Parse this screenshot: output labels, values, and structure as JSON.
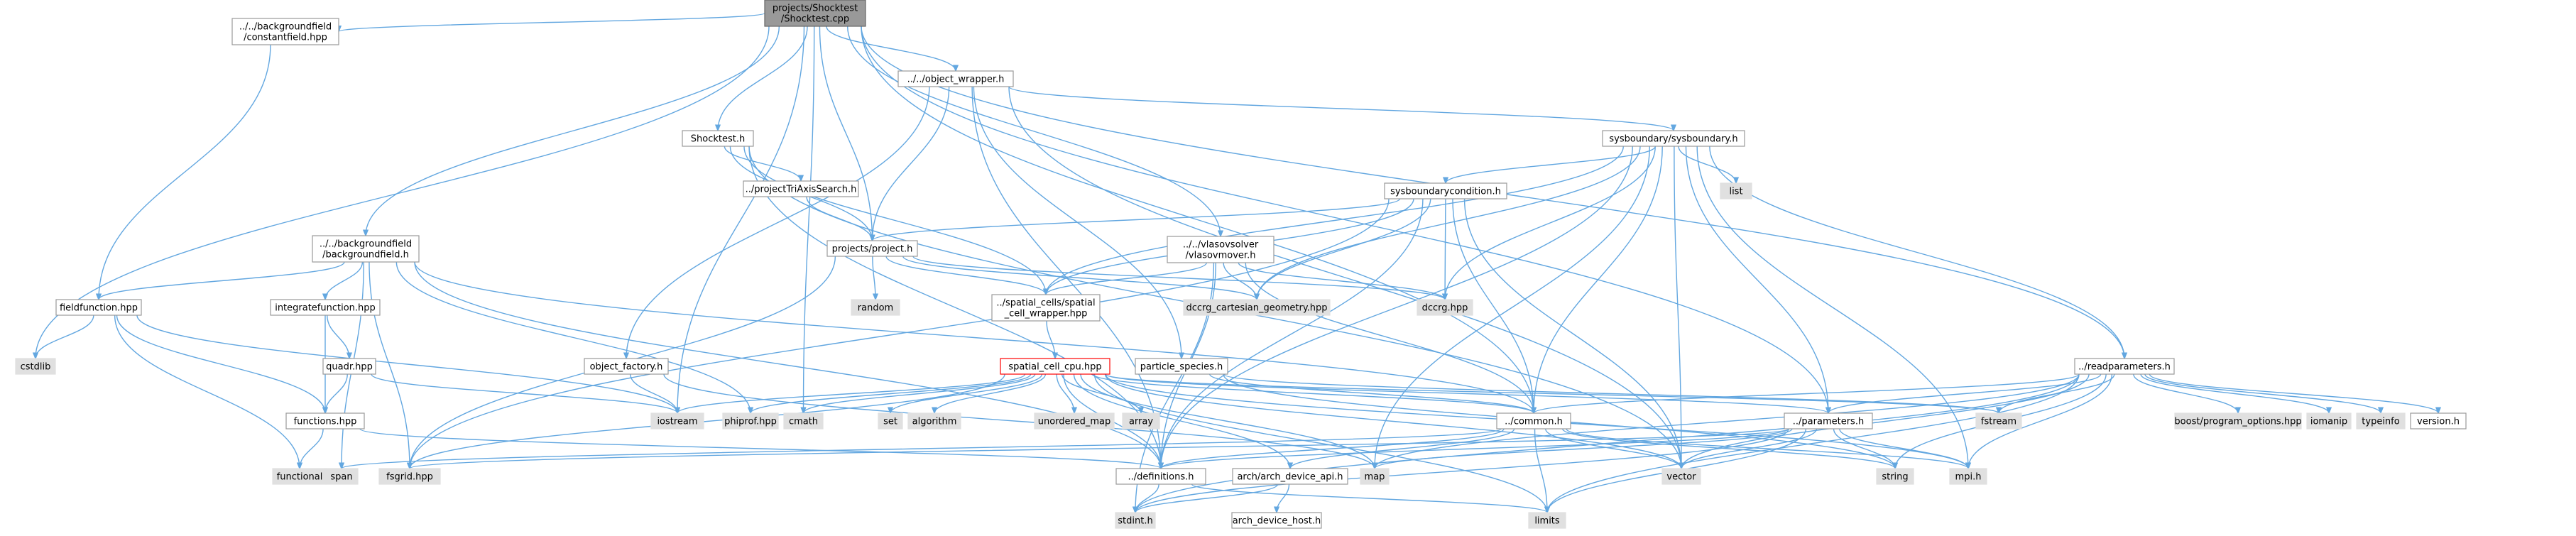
{
  "colors": {
    "edge": "#63a7e0",
    "node_stroke_normal": "#9a9a9a",
    "node_fill_normal": "#ffffff",
    "node_fill_system": "#e0e0e0",
    "node_fill_root": "#999999",
    "node_stroke_root": "#666666",
    "node_stroke_truncated": "#ff0000",
    "text": "#000000"
  },
  "nodes": [
    {
      "id": "root",
      "lines": [
        "projects/Shocktest",
        "/Shocktest.cpp"
      ],
      "kind": "root"
    },
    {
      "id": "constantfield",
      "lines": [
        "../../backgroundfield",
        "/constantfield.hpp"
      ],
      "kind": "normal"
    },
    {
      "id": "objectwrapper",
      "lines": [
        "../../object_wrapper.h"
      ],
      "kind": "normal"
    },
    {
      "id": "sysboundary",
      "lines": [
        "sysboundary/sysboundary.h"
      ],
      "kind": "normal"
    },
    {
      "id": "shocktesth",
      "lines": [
        "Shocktest.h"
      ],
      "kind": "normal"
    },
    {
      "id": "trisearch",
      "lines": [
        "../projectTriAxisSearch.h"
      ],
      "kind": "normal"
    },
    {
      "id": "sysboundarycondition",
      "lines": [
        "sysboundarycondition.h"
      ],
      "kind": "normal"
    },
    {
      "id": "list",
      "lines": [
        "list"
      ],
      "kind": "system"
    },
    {
      "id": "backgroundfield",
      "lines": [
        "../../backgroundfield",
        "/backgroundfield.h"
      ],
      "kind": "normal"
    },
    {
      "id": "projecth",
      "lines": [
        "projects/project.h"
      ],
      "kind": "normal"
    },
    {
      "id": "vlasovmover",
      "lines": [
        "../../vlasovsolver",
        "/vlasovmover.h"
      ],
      "kind": "normal"
    },
    {
      "id": "fieldfunction",
      "lines": [
        "fieldfunction.hpp"
      ],
      "kind": "normal"
    },
    {
      "id": "integratefunction",
      "lines": [
        "integratefunction.hpp"
      ],
      "kind": "normal"
    },
    {
      "id": "random",
      "lines": [
        "random"
      ],
      "kind": "system"
    },
    {
      "id": "spatialwrapper",
      "lines": [
        "../spatial_cells/spatial",
        "_cell_wrapper.hpp"
      ],
      "kind": "normal"
    },
    {
      "id": "dccrgcart",
      "lines": [
        "dccrg_cartesian_geometry.hpp"
      ],
      "kind": "system"
    },
    {
      "id": "dccrg",
      "lines": [
        "dccrg.hpp"
      ],
      "kind": "system"
    },
    {
      "id": "quadr",
      "lines": [
        "quadr.hpp"
      ],
      "kind": "normal"
    },
    {
      "id": "objectfactory",
      "lines": [
        "object_factory.h"
      ],
      "kind": "normal"
    },
    {
      "id": "particlespecies",
      "lines": [
        "particle_species.h"
      ],
      "kind": "normal"
    },
    {
      "id": "spatialcellcpu",
      "lines": [
        "spatial_cell_cpu.hpp"
      ],
      "kind": "truncated"
    },
    {
      "id": "readparameters",
      "lines": [
        "../readparameters.h"
      ],
      "kind": "normal"
    },
    {
      "id": "cstdlib",
      "lines": [
        "cstdlib"
      ],
      "kind": "system"
    },
    {
      "id": "iostream",
      "lines": [
        "iostream"
      ],
      "kind": "system"
    },
    {
      "id": "phiprof",
      "lines": [
        "phiprof.hpp"
      ],
      "kind": "system"
    },
    {
      "id": "cmath",
      "lines": [
        "cmath"
      ],
      "kind": "system"
    },
    {
      "id": "set",
      "lines": [
        "set"
      ],
      "kind": "system"
    },
    {
      "id": "algorithm",
      "lines": [
        "algorithm"
      ],
      "kind": "system"
    },
    {
      "id": "unorderedmap",
      "lines": [
        "unordered_map"
      ],
      "kind": "system"
    },
    {
      "id": "array",
      "lines": [
        "array"
      ],
      "kind": "system"
    },
    {
      "id": "common",
      "lines": [
        "../common.h"
      ],
      "kind": "normal"
    },
    {
      "id": "parameters",
      "lines": [
        "../parameters.h"
      ],
      "kind": "normal"
    },
    {
      "id": "fstream",
      "lines": [
        "fstream"
      ],
      "kind": "system"
    },
    {
      "id": "boostpo",
      "lines": [
        "boost/program_options.hpp"
      ],
      "kind": "system"
    },
    {
      "id": "iomanip",
      "lines": [
        "iomanip"
      ],
      "kind": "system"
    },
    {
      "id": "typeinfo",
      "lines": [
        "typeinfo"
      ],
      "kind": "system"
    },
    {
      "id": "version",
      "lines": [
        "version.h"
      ],
      "kind": "normal"
    },
    {
      "id": "functions",
      "lines": [
        "functions.hpp"
      ],
      "kind": "normal"
    },
    {
      "id": "functional",
      "lines": [
        "functional"
      ],
      "kind": "system"
    },
    {
      "id": "span",
      "lines": [
        "span"
      ],
      "kind": "system"
    },
    {
      "id": "fsgrid",
      "lines": [
        "fsgrid.hpp"
      ],
      "kind": "system"
    },
    {
      "id": "definitions",
      "lines": [
        "../definitions.h"
      ],
      "kind": "normal"
    },
    {
      "id": "archapi",
      "lines": [
        "arch/arch_device_api.h"
      ],
      "kind": "normal"
    },
    {
      "id": "map",
      "lines": [
        "map"
      ],
      "kind": "system"
    },
    {
      "id": "vector",
      "lines": [
        "vector"
      ],
      "kind": "system"
    },
    {
      "id": "string",
      "lines": [
        "string"
      ],
      "kind": "system"
    },
    {
      "id": "mpih",
      "lines": [
        "mpi.h"
      ],
      "kind": "system"
    },
    {
      "id": "stdint",
      "lines": [
        "stdint.h"
      ],
      "kind": "system"
    },
    {
      "id": "limits",
      "lines": [
        "limits"
      ],
      "kind": "system"
    },
    {
      "id": "archhost",
      "lines": [
        "arch_device_host.h"
      ],
      "kind": "normal"
    }
  ],
  "edges": [
    [
      "root",
      "constantfield"
    ],
    [
      "root",
      "objectwrapper"
    ],
    [
      "root",
      "shocktesth"
    ],
    [
      "root",
      "backgroundfield"
    ],
    [
      "root",
      "projecth"
    ],
    [
      "root",
      "vlasovmover"
    ],
    [
      "root",
      "readparameters"
    ],
    [
      "root",
      "cstdlib"
    ],
    [
      "root",
      "iostream"
    ],
    [
      "root",
      "cmath"
    ],
    [
      "root",
      "common"
    ],
    [
      "root",
      "parameters"
    ],
    [
      "constantfield",
      "fieldfunction"
    ],
    [
      "objectwrapper",
      "objectfactory"
    ],
    [
      "objectwrapper",
      "projecth"
    ],
    [
      "objectwrapper",
      "sysboundary"
    ],
    [
      "objectwrapper",
      "particlespecies"
    ],
    [
      "objectwrapper",
      "definitions"
    ],
    [
      "objectwrapper",
      "vector"
    ],
    [
      "sysboundary",
      "sysboundarycondition"
    ],
    [
      "sysboundary",
      "list"
    ],
    [
      "sysboundary",
      "spatialwrapper"
    ],
    [
      "sysboundary",
      "dccrgcart"
    ],
    [
      "sysboundary",
      "dccrg"
    ],
    [
      "sysboundary",
      "readparameters"
    ],
    [
      "sysboundary",
      "parameters"
    ],
    [
      "sysboundary",
      "common"
    ],
    [
      "sysboundary",
      "vector"
    ],
    [
      "sysboundary",
      "map"
    ],
    [
      "sysboundary",
      "mpih"
    ],
    [
      "sysboundary",
      "definitions"
    ],
    [
      "shocktesth",
      "trisearch"
    ],
    [
      "shocktesth",
      "projecth"
    ],
    [
      "shocktesth",
      "spatialwrapper"
    ],
    [
      "shocktesth",
      "definitions"
    ],
    [
      "shocktesth",
      "vector"
    ],
    [
      "trisearch",
      "projecth"
    ],
    [
      "sysboundarycondition",
      "projecth"
    ],
    [
      "sysboundarycondition",
      "spatialwrapper"
    ],
    [
      "sysboundarycondition",
      "dccrgcart"
    ],
    [
      "sysboundarycondition",
      "dccrg"
    ],
    [
      "sysboundarycondition",
      "common"
    ],
    [
      "sysboundarycondition",
      "definitions"
    ],
    [
      "sysboundarycondition",
      "vector"
    ],
    [
      "sysboundarycondition",
      "fsgrid"
    ],
    [
      "backgroundfield",
      "fieldfunction"
    ],
    [
      "backgroundfield",
      "integratefunction"
    ],
    [
      "backgroundfield",
      "fsgrid"
    ],
    [
      "backgroundfield",
      "phiprof"
    ],
    [
      "backgroundfield",
      "span"
    ],
    [
      "backgroundfield",
      "definitions"
    ],
    [
      "backgroundfield",
      "common"
    ],
    [
      "projecth",
      "random"
    ],
    [
      "projecth",
      "spatialwrapper"
    ],
    [
      "projecth",
      "dccrg"
    ],
    [
      "projecth",
      "dccrgcart"
    ],
    [
      "projecth",
      "fsgrid"
    ],
    [
      "vlasovmover",
      "spatialwrapper"
    ],
    [
      "vlasovmover",
      "dccrg"
    ],
    [
      "vlasovmover",
      "dccrgcart"
    ],
    [
      "vlasovmover",
      "definitions"
    ],
    [
      "vlasovmover",
      "common"
    ],
    [
      "vlasovmover",
      "stdint"
    ],
    [
      "fieldfunction",
      "cstdlib"
    ],
    [
      "fieldfunction",
      "functions"
    ],
    [
      "fieldfunction",
      "functional"
    ],
    [
      "fieldfunction",
      "iostream"
    ],
    [
      "integratefunction",
      "quadr"
    ],
    [
      "integratefunction",
      "functions"
    ],
    [
      "spatialwrapper",
      "spatialcellcpu"
    ],
    [
      "quadr",
      "functions"
    ],
    [
      "quadr",
      "iostream"
    ],
    [
      "objectfactory",
      "iostream"
    ],
    [
      "objectfactory",
      "map"
    ],
    [
      "particlespecies",
      "common"
    ],
    [
      "particlespecies",
      "fstream"
    ],
    [
      "particlespecies",
      "string"
    ],
    [
      "spatialcellcpu",
      "iostream"
    ],
    [
      "spatialcellcpu",
      "phiprof"
    ],
    [
      "spatialcellcpu",
      "cmath"
    ],
    [
      "spatialcellcpu",
      "set"
    ],
    [
      "spatialcellcpu",
      "algorithm"
    ],
    [
      "spatialcellcpu",
      "unorderedmap"
    ],
    [
      "spatialcellcpu",
      "array"
    ],
    [
      "spatialcellcpu",
      "common"
    ],
    [
      "spatialcellcpu",
      "parameters"
    ],
    [
      "spatialcellcpu",
      "definitions"
    ],
    [
      "spatialcellcpu",
      "archapi"
    ],
    [
      "spatialcellcpu",
      "map"
    ],
    [
      "spatialcellcpu",
      "vector"
    ],
    [
      "spatialcellcpu",
      "mpih"
    ],
    [
      "spatialcellcpu",
      "limits"
    ],
    [
      "spatialcellcpu",
      "fsgrid"
    ],
    [
      "spatialcellcpu",
      "fstream"
    ],
    [
      "readparameters",
      "common"
    ],
    [
      "readparameters",
      "parameters"
    ],
    [
      "readparameters",
      "fstream"
    ],
    [
      "readparameters",
      "boostpo"
    ],
    [
      "readparameters",
      "iomanip"
    ],
    [
      "readparameters",
      "typeinfo"
    ],
    [
      "readparameters",
      "version"
    ],
    [
      "readparameters",
      "string"
    ],
    [
      "readparameters",
      "vector"
    ],
    [
      "readparameters",
      "mpih"
    ],
    [
      "readparameters",
      "map"
    ],
    [
      "readparameters",
      "limits"
    ],
    [
      "readparameters",
      "stdint"
    ],
    [
      "common",
      "definitions"
    ],
    [
      "common",
      "vector"
    ],
    [
      "common",
      "limits"
    ],
    [
      "common",
      "string"
    ],
    [
      "common",
      "span"
    ],
    [
      "common",
      "archapi"
    ],
    [
      "common",
      "mpih"
    ],
    [
      "parameters",
      "definitions"
    ],
    [
      "parameters",
      "vector"
    ],
    [
      "parameters",
      "string"
    ],
    [
      "parameters",
      "mpih"
    ],
    [
      "parameters",
      "limits"
    ],
    [
      "parameters",
      "map"
    ],
    [
      "parameters",
      "stdint"
    ],
    [
      "parameters",
      "fsgrid"
    ],
    [
      "functions",
      "functional"
    ],
    [
      "functions",
      "definitions"
    ],
    [
      "definitions",
      "stdint"
    ],
    [
      "definitions",
      "limits"
    ],
    [
      "archapi",
      "archhost"
    ],
    [
      "archapi",
      "stdint"
    ]
  ]
}
